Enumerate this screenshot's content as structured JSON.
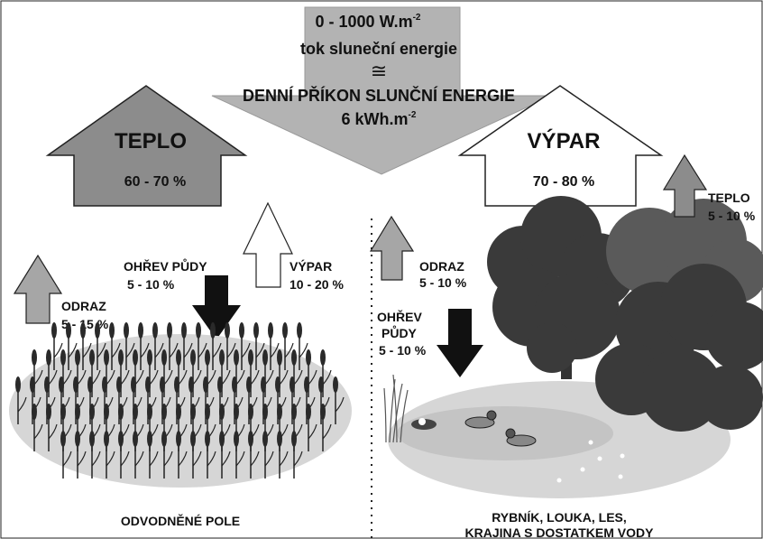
{
  "colors": {
    "sun_arrow": "#b3b3b3",
    "heat_arrow": "#8c8c8c",
    "evap_arrow": "#ffffff",
    "reflect_arrow": "#a6a6a6",
    "soil_arrow": "#111111",
    "ground": "#d6d6d6",
    "pond": "#c4c4c4",
    "tree_dark": "#3a3a3a",
    "tree_mid": "#5a5a5a"
  },
  "top": {
    "flux_value": "0 - 1000 W.m",
    "flux_exp": "-2",
    "flux_label": "tok sluneční energie",
    "approx_symbol": "≅",
    "daily_label": "DENNÍ PŘÍKON SLUNČNÍ ENERGIE",
    "daily_value": "6 kWh.m",
    "daily_exp": "-2"
  },
  "left": {
    "heat_title": "TEPLO",
    "heat_value": "60 - 70 %",
    "reflect_label": "ODRAZ",
    "reflect_value": "5 - 15 %",
    "soil_label": "OHŘEV PŮDY",
    "soil_value": "5 - 10 %",
    "evap_label": "VÝPAR",
    "evap_value": "10 - 20 %",
    "caption": "ODVODNĚNÉ POLE"
  },
  "right": {
    "evap_title": "VÝPAR",
    "evap_value": "70 - 80 %",
    "heat_label": "TEPLO",
    "heat_value": "5 - 10 %",
    "reflect_label": "ODRAZ",
    "reflect_value": "5 - 10 %",
    "soil_label_1": "OHŘEV",
    "soil_label_2": "PŮDY",
    "soil_value": "5 - 10 %",
    "caption_1": "RYBNÍK, LOUKA, LES,",
    "caption_2": "KRAJINA S DOSTATKEM VODY"
  }
}
